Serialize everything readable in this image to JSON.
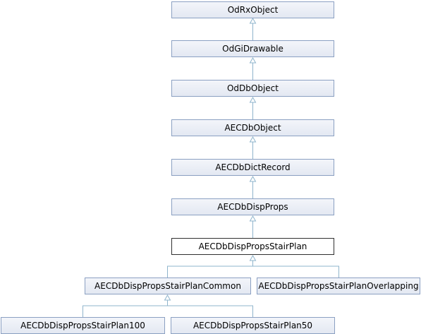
{
  "diagram": {
    "nodes": {
      "odrxobject": "OdRxObject",
      "odgidrawable": "OdGiDrawable",
      "oddbobject": "OdDbObject",
      "aecdbobject": "AECDbObject",
      "aecdbdictrecord": "AECDbDictRecord",
      "aecdbdispprops": "AECDbDispProps",
      "aecdbdisppropsstairplan": "AECDbDispPropsStairPlan",
      "aecdbdisppropsstairplancommon": "AECDbDispPropsStairPlanCommon",
      "aecdbdisppropsstairplanoverlapping": "AECDbDispPropsStairPlanOverlapping",
      "aecdbdisppropsstairplan100": "AECDbDispPropsStairPlan100",
      "aecdbdisppropsstairplan50": "AECDbDispPropsStairPlan50"
    },
    "colors": {
      "edge": "#8fb4cc",
      "node_border": "#8ba0c2",
      "current_border": "#303030"
    }
  }
}
